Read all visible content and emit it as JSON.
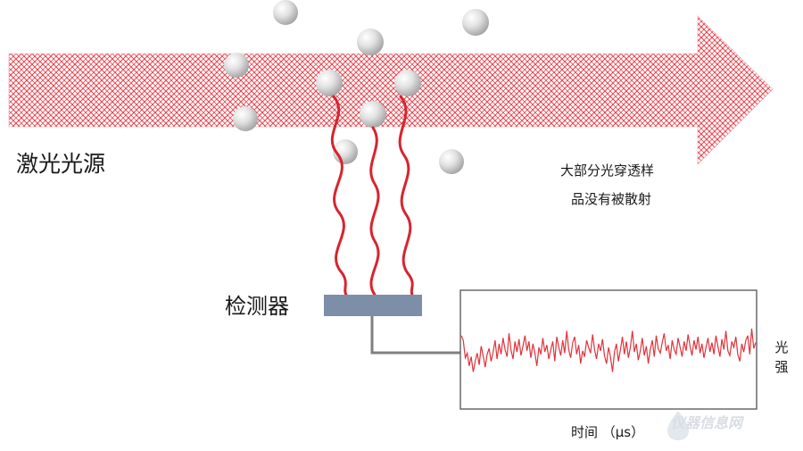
{
  "labels": {
    "laser_source": "激光光源",
    "detector": "检测器",
    "note_line1": "大部分光穿透样",
    "note_line2": "品没有被散射",
    "time_axis": "时间 （μs）",
    "intensity_axis": "光强"
  },
  "watermark": {
    "text": "仪器信息网"
  },
  "colors": {
    "laser": "#e8434d",
    "scatter_wave": "#d6252f",
    "detector": "#7d8ea8",
    "cable": "#808080",
    "signal": "#e0343c",
    "particle": "#d4d4d4"
  },
  "chart_data": {
    "type": "line",
    "title": "",
    "xlabel": "时间 （μs）",
    "ylabel": "光强",
    "grid": false,
    "ylim": [
      0,
      1
    ],
    "series": [
      {
        "values": [
          0.62,
          0.58,
          0.43,
          0.47,
          0.36,
          0.44,
          0.31,
          0.4,
          0.47,
          0.37,
          0.53,
          0.45,
          0.35,
          0.46,
          0.51,
          0.4,
          0.48,
          0.58,
          0.42,
          0.55,
          0.46,
          0.6,
          0.5,
          0.44,
          0.64,
          0.5,
          0.42,
          0.57,
          0.48,
          0.59,
          0.45,
          0.53,
          0.62,
          0.49,
          0.57,
          0.43,
          0.55,
          0.47,
          0.36,
          0.52,
          0.46,
          0.6,
          0.48,
          0.54,
          0.42,
          0.5,
          0.57,
          0.4,
          0.61,
          0.52,
          0.45,
          0.58,
          0.47,
          0.66,
          0.5,
          0.43,
          0.56,
          0.61,
          0.46,
          0.54,
          0.38,
          0.49,
          0.44,
          0.58,
          0.52,
          0.47,
          0.63,
          0.5,
          0.42,
          0.55,
          0.49,
          0.59,
          0.45,
          0.38,
          0.52,
          0.44,
          0.31,
          0.48,
          0.55,
          0.4,
          0.5,
          0.61,
          0.46,
          0.57,
          0.43,
          0.52,
          0.66,
          0.48,
          0.55,
          0.41,
          0.49,
          0.6,
          0.45,
          0.53,
          0.38,
          0.5,
          0.58,
          0.44,
          0.62,
          0.51,
          0.47,
          0.56,
          0.64,
          0.49,
          0.54,
          0.42,
          0.58,
          0.5,
          0.46,
          0.6,
          0.52,
          0.44,
          0.57,
          0.49,
          0.63,
          0.53,
          0.45,
          0.58,
          0.5,
          0.61,
          0.47,
          0.55,
          0.43,
          0.52,
          0.6,
          0.48,
          0.56,
          0.46,
          0.62,
          0.53,
          0.44,
          0.59,
          0.5,
          0.66,
          0.49,
          0.45,
          0.57,
          0.52,
          0.61,
          0.46,
          0.4,
          0.55,
          0.48,
          0.58,
          0.62,
          0.46,
          0.68,
          0.51,
          0.56
        ]
      }
    ]
  }
}
